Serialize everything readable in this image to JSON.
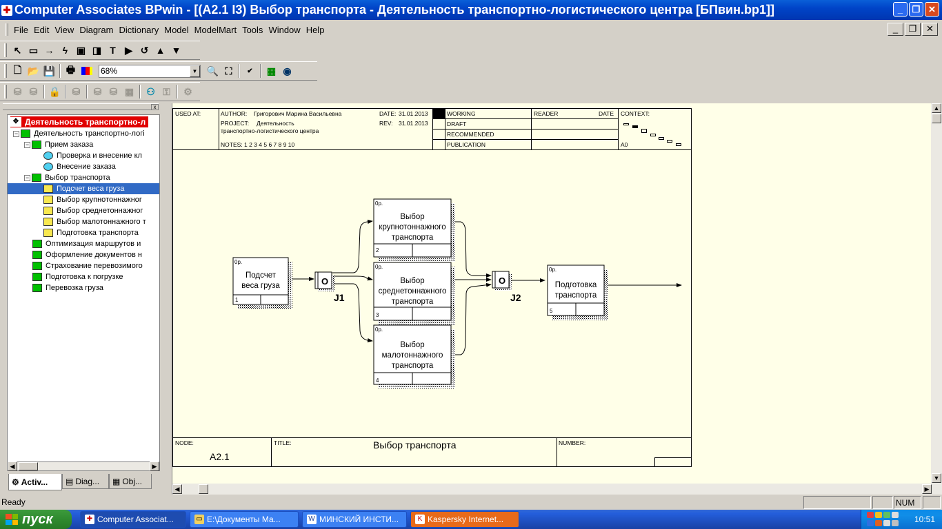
{
  "window": {
    "title": "Computer Associates BPwin - [(A2.1 I3) Выбор  транспорта - Деятельность транспортно-логистического центра  [БПвин.bp1]]"
  },
  "menu": [
    "File",
    "Edit",
    "View",
    "Diagram",
    "Dictionary",
    "Model",
    "ModelMart",
    "Tools",
    "Window",
    "Help"
  ],
  "toolbar": {
    "zoom": "68%"
  },
  "tree": {
    "root": "Деятельность транспортно-л",
    "items": [
      {
        "label": "Деятельность транспортно-логі",
        "kind": "green"
      },
      {
        "label": "Прием  заказа",
        "kind": "green"
      },
      {
        "label": "Проверка и внесение  кл",
        "kind": "cyan"
      },
      {
        "label": "Внесение  заказа",
        "kind": "cyan"
      },
      {
        "label": "Выбор  транспорта",
        "kind": "green"
      },
      {
        "label": "Подсчет  веса груза",
        "kind": "yellow"
      },
      {
        "label": "Выбор крупнотоннажног",
        "kind": "yellow"
      },
      {
        "label": "Выбор среднетоннажног",
        "kind": "yellow"
      },
      {
        "label": "Выбор малотоннажного т",
        "kind": "yellow"
      },
      {
        "label": "Подготовка  транспорта",
        "kind": "yellow"
      },
      {
        "label": "Оптимизация маршрутов  и",
        "kind": "green"
      },
      {
        "label": "Оформление  документов  н",
        "kind": "green"
      },
      {
        "label": "Страхование перевозимого",
        "kind": "green"
      },
      {
        "label": "Подготовка к погрузке",
        "kind": "green"
      },
      {
        "label": "Перевозка  груза",
        "kind": "green"
      }
    ],
    "tabs": [
      "Activ...",
      "Diag...",
      "Obj..."
    ]
  },
  "diagram": {
    "header": {
      "used_at": "USED AT:",
      "author_label": "AUTHOR:",
      "author": "Григорович Марина Васильевна",
      "project_label": "PROJECT:",
      "project_1": "Деятельность",
      "project_2": "транспортно-логистического центра",
      "date_label": "DATE:",
      "date": "31.01.2013",
      "rev_label": "REV:",
      "rev": "31.01.2013",
      "notes": "NOTES:  1  2  3  4  5  6  7  8  9  10",
      "working": "WORKING",
      "draft": "DRAFT",
      "recommended": "RECOMMENDED",
      "publication": "PUBLICATION",
      "reader": "READER",
      "date2": "DATE",
      "context": "CONTEXT:",
      "context_node": "A0"
    },
    "boxes": [
      {
        "lines": [
          "Подсчет",
          "веса груза"
        ],
        "num": "1",
        "cost": "0р."
      },
      {
        "lines": [
          "Выбор",
          "крупнотоннажного",
          "транспорта"
        ],
        "num": "2",
        "cost": "0р."
      },
      {
        "lines": [
          "Выбор",
          "среднетоннажного",
          "транспорта"
        ],
        "num": "3",
        "cost": "0р."
      },
      {
        "lines": [
          "Выбор",
          "малотоннажного",
          "транспорта"
        ],
        "num": "4",
        "cost": "0р."
      },
      {
        "lines": [
          "Подготовка",
          "транспорта"
        ],
        "num": "5",
        "cost": "0р."
      }
    ],
    "junctions": [
      {
        "symbol": "O",
        "label": "J1"
      },
      {
        "symbol": "O",
        "label": "J2"
      }
    ],
    "footer": {
      "node_label": "NODE:",
      "node": "A2.1",
      "title_label": "TITLE:",
      "title": "Выбор  транспорта",
      "number_label": "NUMBER:"
    }
  },
  "status": {
    "ready": "Ready",
    "num": "NUM"
  },
  "taskbar": {
    "start": "пуск",
    "tasks": [
      "Computer Associat...",
      "E:\\Документы Ма...",
      "МИНСКИЙ ИНСТИ...",
      "Kaspersky Internet..."
    ],
    "clock": "10:51"
  }
}
